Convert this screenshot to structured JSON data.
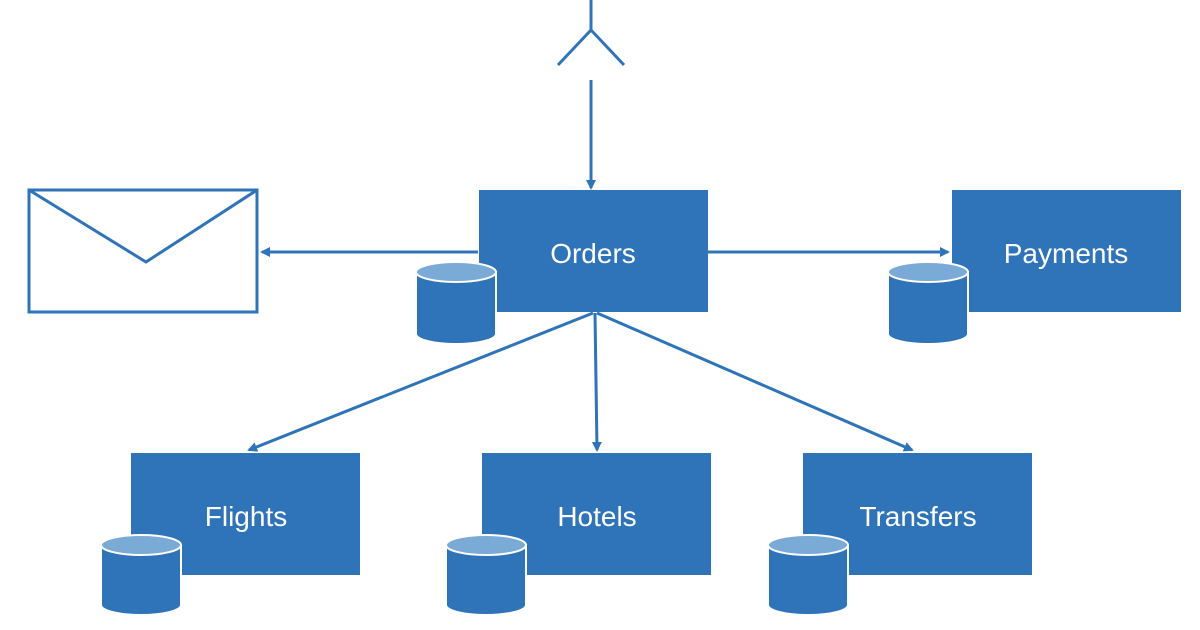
{
  "services": {
    "orders": {
      "label": "Orders"
    },
    "payments": {
      "label": "Payments"
    },
    "flights": {
      "label": "Flights"
    },
    "hotels": {
      "label": "Hotels"
    },
    "transfers": {
      "label": "Transfers"
    }
  },
  "icons": {
    "user": "user-stick-figure-icon",
    "email": "envelope-icon",
    "database": "database-cylinder-icon"
  },
  "colors": {
    "service_fill": "#2f73b9",
    "line": "#2f73b9",
    "db_top": "#7aaad6",
    "background": "#ffffff"
  }
}
